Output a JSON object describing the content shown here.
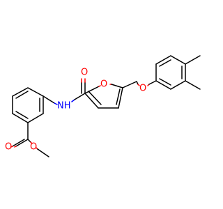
{
  "colors": {
    "bond": "#000000",
    "oxygen": "#ff0000",
    "nitrogen": "#0000ff",
    "background": "#ffffff"
  },
  "atoms": {
    "amide_oxygen": {
      "symbol": "O"
    },
    "amide_nitrogen": {
      "symbol": "NH"
    },
    "furan_oxygen": {
      "symbol": "O"
    },
    "ether_oxygen": {
      "symbol": "O"
    },
    "ester_carbonyl_oxygen": {
      "symbol": "O"
    },
    "ester_oxygen": {
      "symbol": "O"
    }
  }
}
